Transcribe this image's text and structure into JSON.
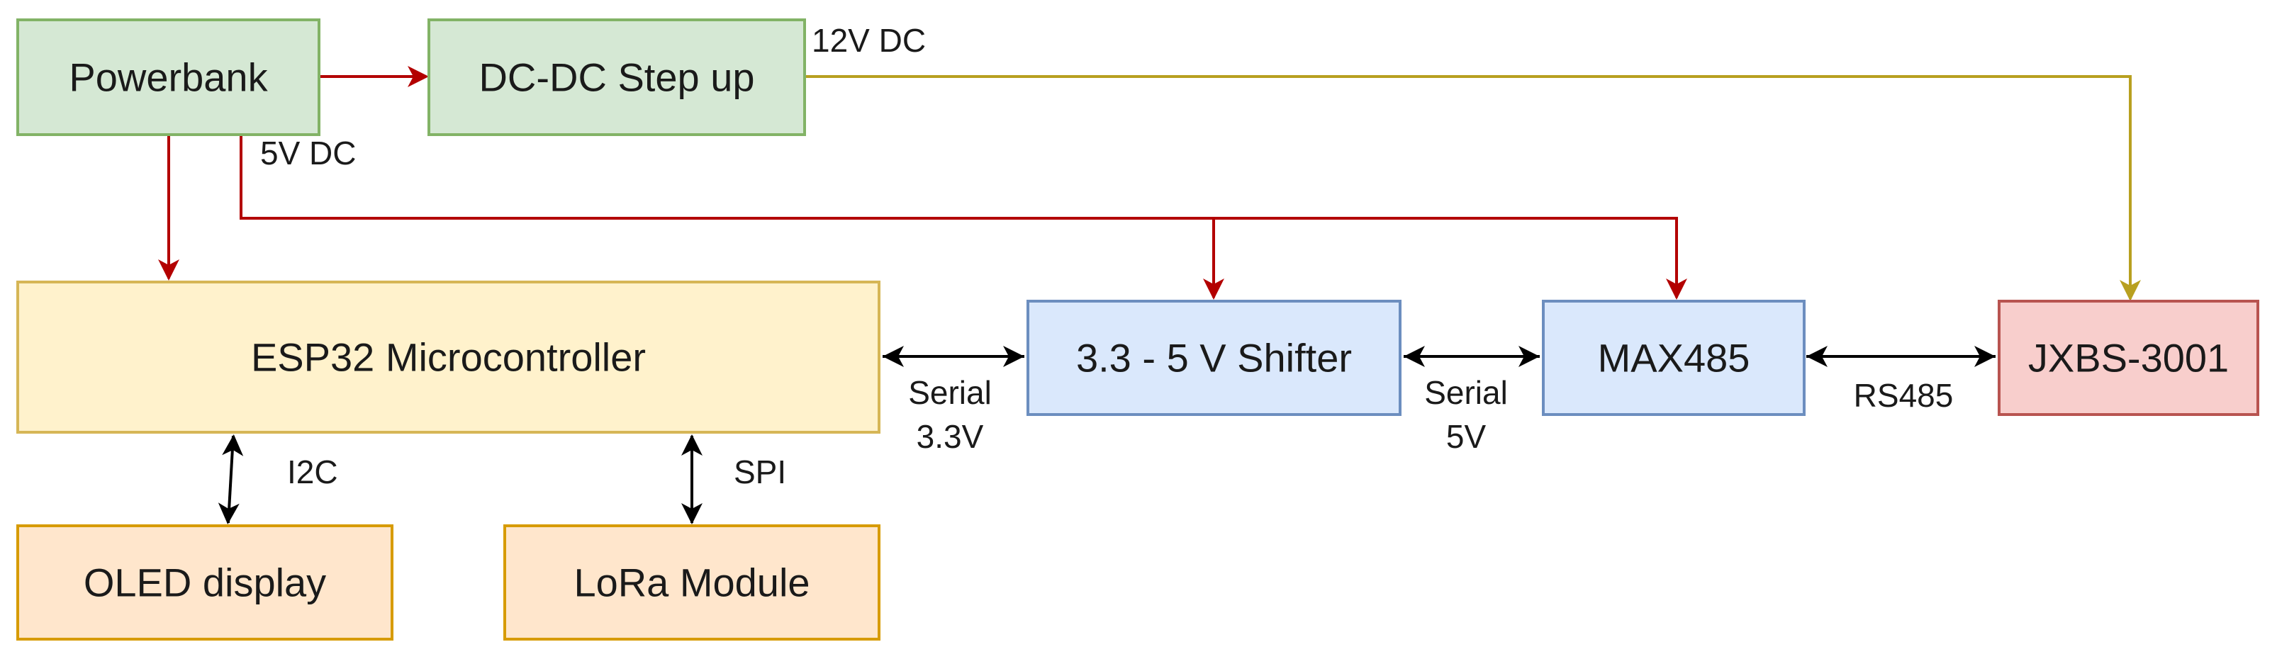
{
  "colors": {
    "green_fill": "#d5e8d4",
    "green_stroke": "#82b366",
    "yellow_fill": "#fff2cc",
    "yellow_stroke": "#d6b656",
    "blue_fill": "#dae8fc",
    "blue_stroke": "#6c8ebf",
    "red_fill": "#f8cecc",
    "red_stroke": "#b85450",
    "orange_fill": "#ffe6cc",
    "orange_stroke": "#d79b00",
    "power_5v": "#b30000",
    "power_12v": "#b8a020",
    "signal": "#000000"
  },
  "nodes": {
    "powerbank": "Powerbank",
    "stepup": "DC-DC Step up",
    "esp32": "ESP32 Microcontroller",
    "shifter": "3.3 - 5 V Shifter",
    "max485": "MAX485",
    "jxbs": "JXBS-3001",
    "oled": "OLED display",
    "lora": "LoRa Module"
  },
  "edges": {
    "v12": "12V DC",
    "v5": "5V DC",
    "serial33_line1": "Serial",
    "serial33_line2": "3.3V",
    "serial5_line1": "Serial",
    "serial5_line2": "5V",
    "rs485": "RS485",
    "i2c": "I2C",
    "spi": "SPI"
  }
}
